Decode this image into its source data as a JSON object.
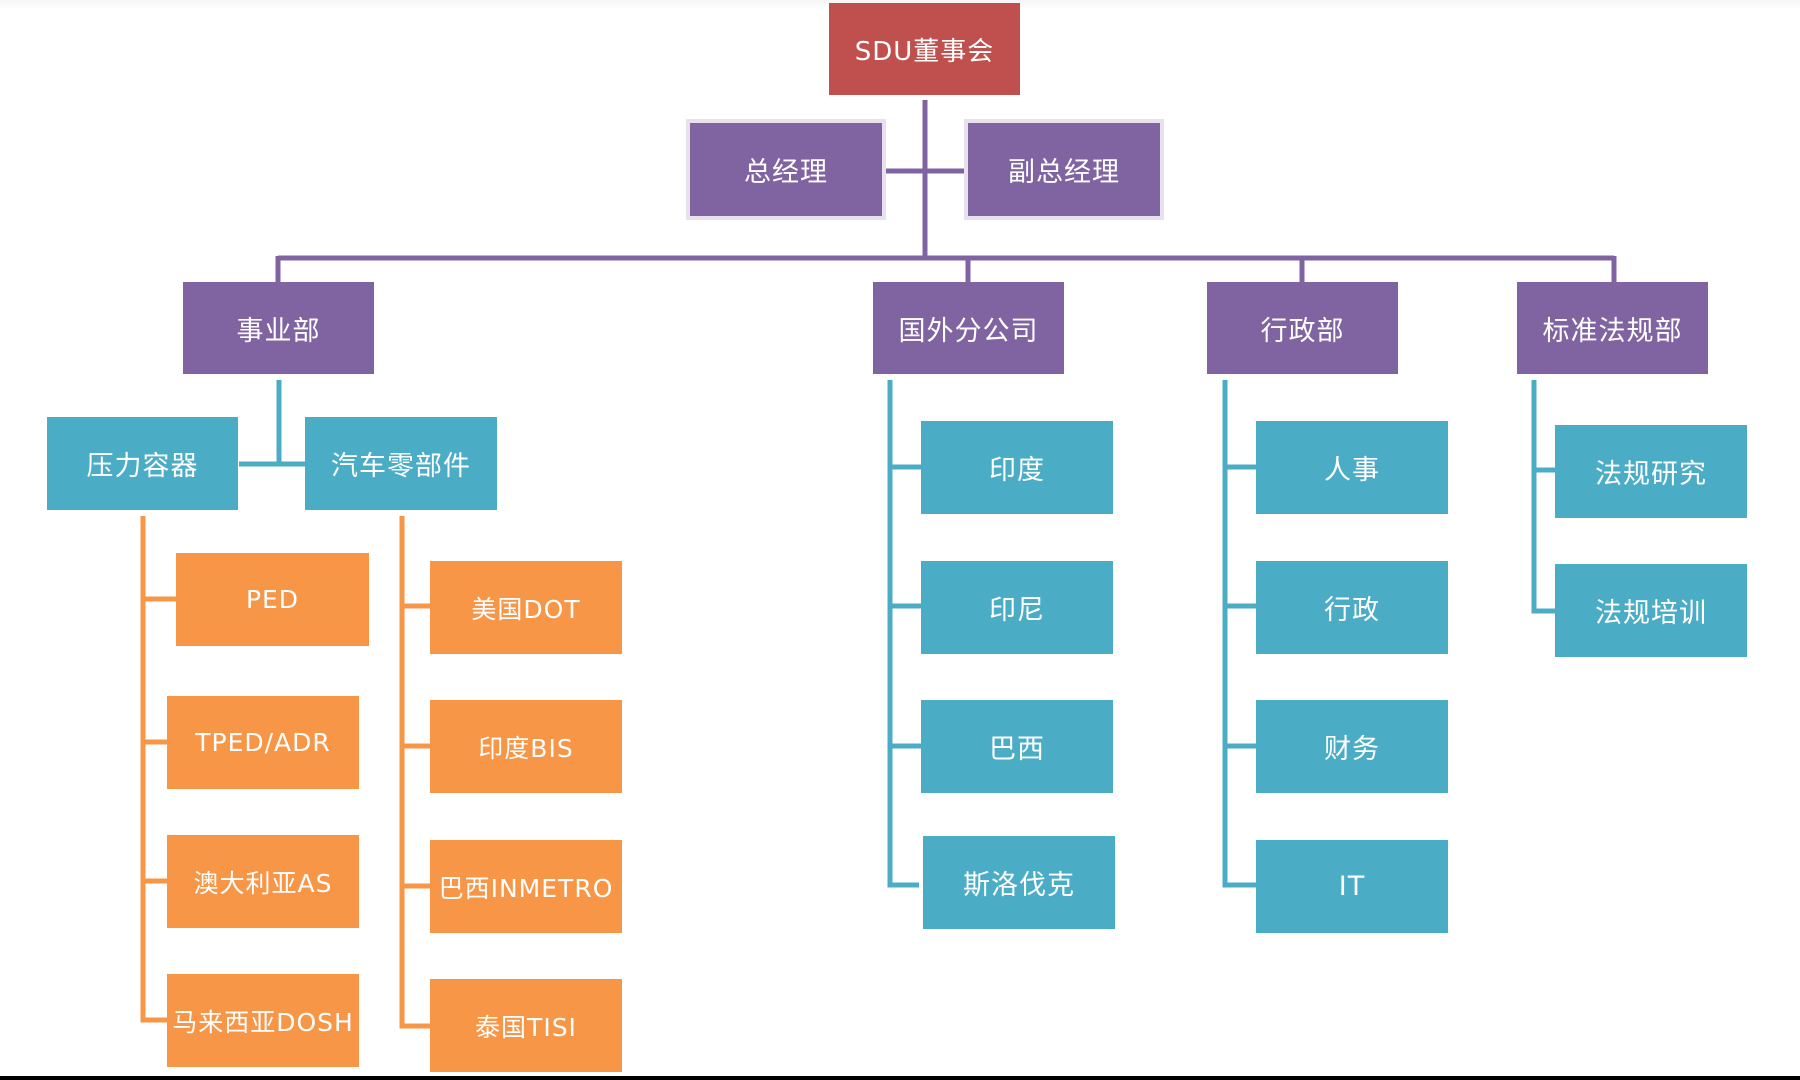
{
  "colors": {
    "root": "#c0504d",
    "management": "#8064a2",
    "department": "#8064a2",
    "unit": "#4bacc6",
    "leaf": "#f79646",
    "text": "#ffffff"
  },
  "board": {
    "label": "SDU董事会"
  },
  "management": {
    "general_manager": "总经理",
    "deputy_general_manager": "副总经理"
  },
  "departments": {
    "business": {
      "label": "事业部",
      "pressure_vessels": {
        "label": "压力容器",
        "items": [
          "PED",
          "TPED/ADR",
          "澳大利亚AS",
          "马来西亚DOSH"
        ]
      },
      "auto_parts": {
        "label": "汽车零部件",
        "items": [
          "美国DOT",
          "印度BIS",
          "巴西INMETRO",
          "泰国TISI"
        ]
      }
    },
    "overseas": {
      "label": "国外分公司",
      "items": [
        "印度",
        "印尼",
        "巴西",
        "斯洛伐克"
      ]
    },
    "administration": {
      "label": "行政部",
      "items": [
        "人事",
        "行政",
        "财务",
        "IT"
      ]
    },
    "standards": {
      "label": "标准法规部",
      "items": [
        "法规研究",
        "法规培训"
      ]
    }
  }
}
